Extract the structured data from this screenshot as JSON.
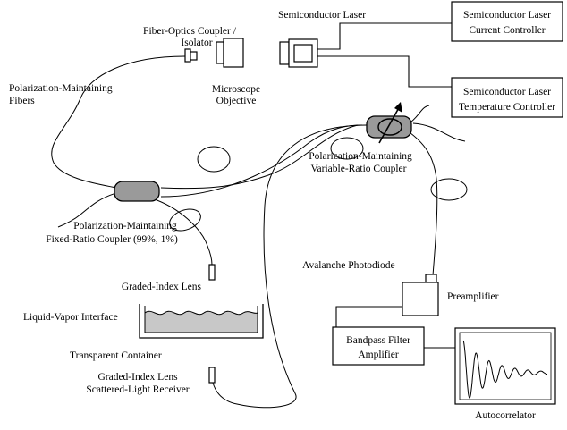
{
  "labels": {
    "fiber_optics_coupler": [
      "Fiber-Optics Coupler /",
      "Isolator"
    ],
    "semiconductor_laser": "Semiconductor Laser",
    "current_controller": [
      "Semiconductor Laser",
      "Current Controller"
    ],
    "temperature_controller": [
      "Semiconductor Laser",
      "Temperature Controller"
    ],
    "pm_fibers": [
      "Polarization-Maintaining",
      "Fibers"
    ],
    "microscope_objective": [
      "Microscope",
      "Objective"
    ],
    "variable_ratio_coupler": [
      "Polarization-Maintaining",
      "Variable-Ratio Coupler"
    ],
    "fixed_ratio_coupler": [
      "Polarization-Maintaining",
      "Fixed-Ratio Coupler (99%, 1%)"
    ],
    "graded_index_lens": "Graded-Index Lens",
    "avalanche_photodiode": "Avalanche Photodiode",
    "preamplifier": "Preamplifier",
    "liquid_vapor_interface": "Liquid-Vapor Interface",
    "transparent_container": "Transparent Container",
    "bandpass_filter": [
      "Bandpass Filter",
      "Amplifier"
    ],
    "scattered_light_receiver": [
      "Graded-Index Lens",
      "Scattered-Light Receiver"
    ],
    "autocorrelator": "Autocorrelator"
  }
}
